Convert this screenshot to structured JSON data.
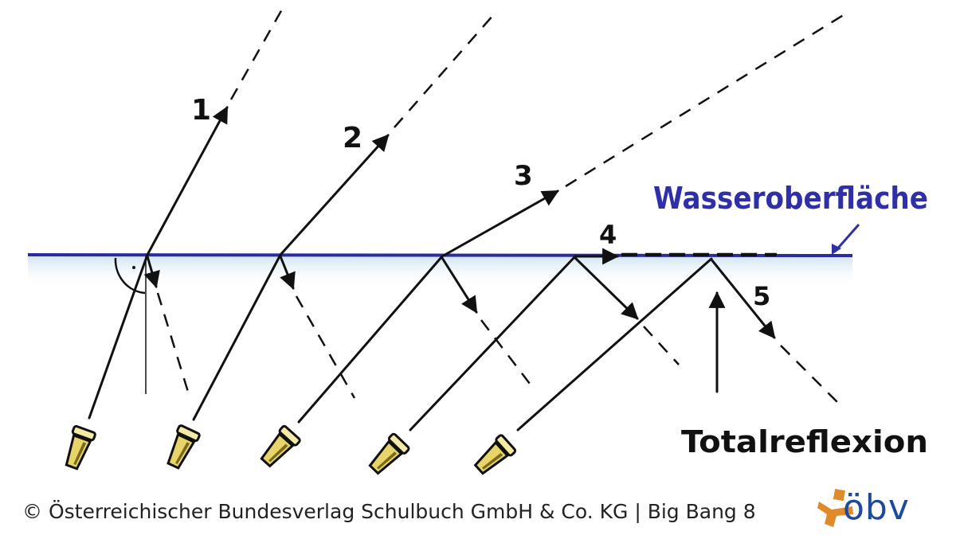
{
  "labels": {
    "ray1": "1",
    "ray2": "2",
    "ray3": "3",
    "ray4": "4",
    "ray5": "5",
    "surface": "Wasseroberfläche",
    "total_reflection": "Totalreflexion"
  },
  "footer": {
    "copyright": "© Österreichischer Bundesverlag Schulbuch GmbH & Co. KG |  Big Bang 8",
    "logo": "öbv"
  },
  "colors": {
    "water_line": "#2b2b9c",
    "label_blue": "#2f2fa8",
    "lamp_yellow": "#e8d56a",
    "logo_orange": "#e08a2a",
    "logo_blue": "#1d4a9b"
  }
}
